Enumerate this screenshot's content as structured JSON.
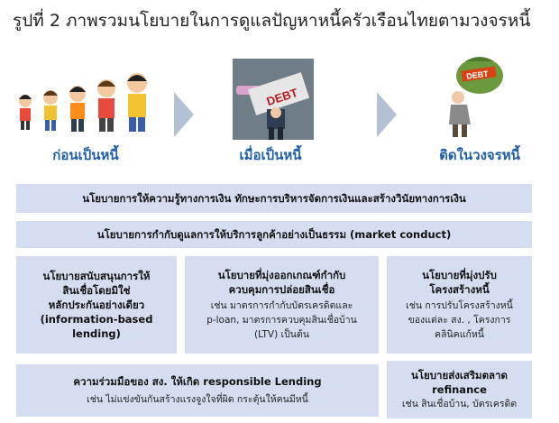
{
  "title": "รูปที่ 2 ภาพรวมนโยบายในการดูแลปัญหาหนี้ครัวเรือนไทยตามวงจรหนี้",
  "stages": [
    {
      "label": "ก่อนเป็นหนี้"
    },
    {
      "label": "เมื่อเป็นหนี้",
      "sign_text": "DEBT"
    },
    {
      "label": "ติดในวงจรหนี้",
      "bag_text": "DEBT"
    }
  ],
  "policies": {
    "row1": "นโยบายการให้ความรู้ทางการเงิน ทักษะการบริหารจัดการเงินและสร้างวินัยทางการเงิน",
    "row2": "นโยบายการกำกับดูแลการให้บริการลูกค้าอย่างเป็นธรรม (market conduct)",
    "col1": {
      "lines": [
        "นโยบายสนับสนุนการให้",
        "สินเชื่อโดยมิใช่",
        "หลักประกันอย่างเดียว",
        "(information-based",
        "lending)"
      ]
    },
    "col2": {
      "title_lines": [
        "นโยบายที่มุ่งออกเกณฑ์กำกับ",
        "ควบคุมการปล่อยสินเชื่อ"
      ],
      "note_lines": [
        "เช่น มาตรการกำกับบัตรเครดิตและ",
        "p-loan, มาตรการควบคุมสินเชื่อบ้าน",
        "(LTV) เป็นต้น"
      ]
    },
    "col3": {
      "title_lines": [
        "นโยบายที่มุ่งปรับ",
        "โครงสร้างหนี้"
      ],
      "note_lines": [
        "เช่น การปรับโครงสร้างหนี้",
        "ของแต่ละ สง. , โครงการ",
        "คลินิคแก้หนี้"
      ]
    },
    "coop": {
      "title": "ความร่วมมือของ สง. ให้เกิด responsible Lending",
      "note": "เช่น ไม่แข่งขันกันสร้างแรงจูงใจที่ผิด กระตุ้นให้คนมีหนี้"
    },
    "refi": {
      "title_lines": [
        "นโยบายส่งเสริมตลาด",
        "refinance"
      ],
      "note": "เช่น สินเชื่อบ้าน, บัตรเครดิต"
    }
  },
  "colors": {
    "box": "#d5def0",
    "stage_label": "#1f5fa8",
    "arrow": "#b4c0d3"
  }
}
